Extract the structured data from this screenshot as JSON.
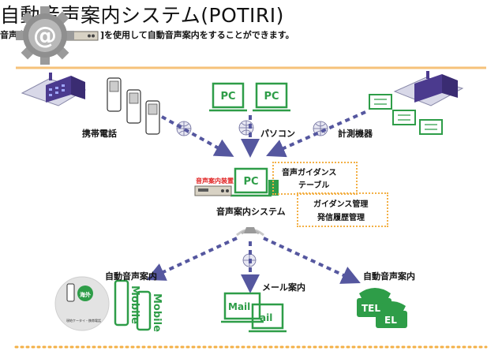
{
  "title": "自動音声案内システム(POTIRI)",
  "subtitle": {
    "before": "音声案内装置[",
    "after": "]を使用して自動音声案内をすることができます。"
  },
  "nodes": {
    "mobile_phone_label": "携帯電話",
    "pc_label": "パソコン",
    "instrument_label": "計測機器",
    "device_tag": "音声案内装置",
    "system_label": "音声案内システム",
    "pc_screen": "PC",
    "box1_line1": "音声ガイダンス",
    "box1_line2": "テーブル",
    "box2_line1": "ガイダンス管理",
    "box2_line2": "発信履歴管理",
    "out_left_label": "自動音声案内",
    "out_mid_label": "メール案内",
    "out_right_label": "自動音声案内",
    "globe_badge": "海外",
    "globe_caption": "現地ケータイ・携帯電話",
    "mobile_text": "Mobile",
    "mail_text1": "Mail",
    "mail_text2": "ail",
    "tel_text1": "TEL",
    "tel_text2": "EL"
  },
  "colors": {
    "green": "#2e9d48",
    "arrow": "#55579f",
    "orange": "#f3b046",
    "building": "#4b3a8e",
    "gear": "#8a8a8a"
  }
}
